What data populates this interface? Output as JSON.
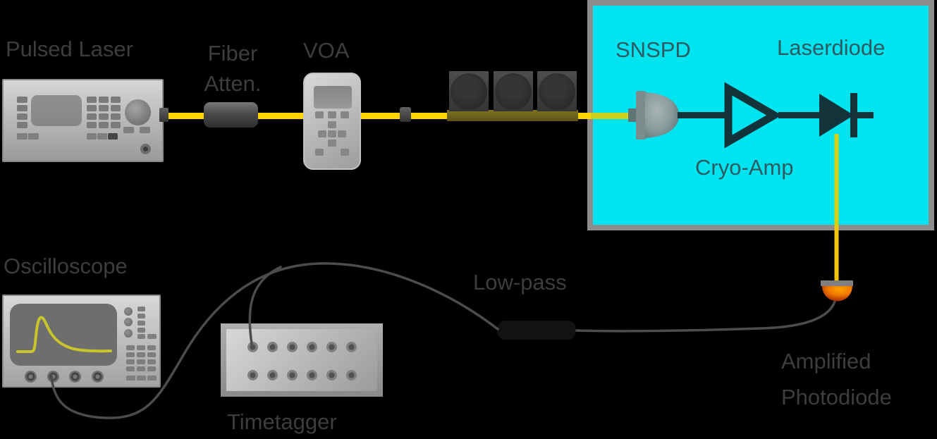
{
  "labels": {
    "pulsed_laser": "Pulsed Laser",
    "fiber_atten_line1": "Fiber",
    "fiber_atten_line2": "Atten.",
    "voa": "VOA",
    "snspd": "SNSPD",
    "laserdiode": "Laserdiode",
    "cryo_amp": "Cryo-Amp",
    "oscilloscope": "Oscilloscope",
    "timetagger": "Timetagger",
    "low_pass": "Low-pass",
    "amplified_photodiode_line1": "Amplified",
    "amplified_photodiode_line2": "Photodiode"
  },
  "colors": {
    "background": "#000000",
    "label_text": "#3d3d3d",
    "cryostat_fill": "#00e4f0",
    "cryostat_border": "#8d8d8d",
    "cryostat_text": "#2f5a61",
    "fiber_yellow": "#ffd400",
    "fiber_inside_cryostat": "#cdd01e",
    "wound_fiber_bar": "#6f661c",
    "signal_line_dark": "#13333a",
    "cable_gray": "#4c4c4c",
    "scope_trace_yellow": "#c8c42c",
    "photodiode_orange": "#ff9300",
    "instrument_gray": "#b5b5b5"
  },
  "components": [
    {
      "name": "pulsed-laser",
      "kind": "benchtop laser instrument"
    },
    {
      "name": "fiber-attenuator",
      "kind": "inline fiber component"
    },
    {
      "name": "voa",
      "kind": "handheld variable optical attenuator"
    },
    {
      "name": "fiber-spools",
      "kind": "three fiber delay spools"
    },
    {
      "name": "cryostat",
      "kind": "cyan cryostat enclosure"
    },
    {
      "name": "snspd-detector",
      "kind": "superconducting nanowire single-photon detector"
    },
    {
      "name": "cryo-amplifier",
      "kind": "amplifier symbol"
    },
    {
      "name": "laserdiode",
      "kind": "diode symbol"
    },
    {
      "name": "low-pass-filter",
      "kind": "inline filter on coax cable"
    },
    {
      "name": "amplified-photodiode",
      "kind": "photodiode with amplifier"
    },
    {
      "name": "oscilloscope",
      "kind": "oscilloscope showing pulse trace"
    },
    {
      "name": "timetagger",
      "kind": "time tagging electronics"
    }
  ],
  "oscilloscope_trace": "single pulse with fast rise and exponential decay"
}
